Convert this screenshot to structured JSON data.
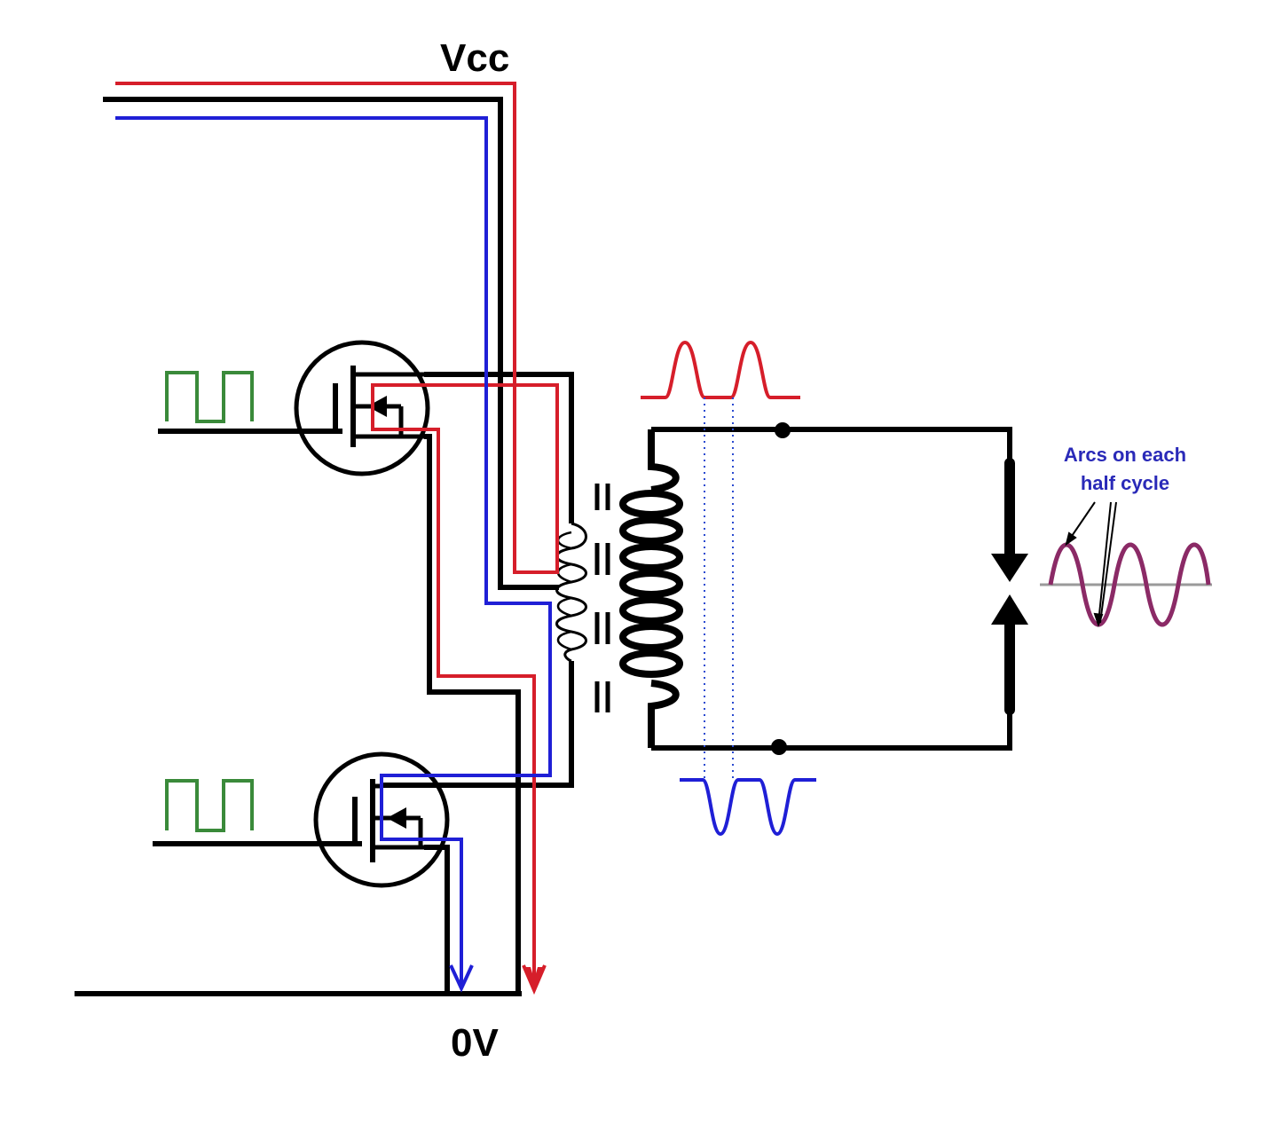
{
  "labels": {
    "supply": "Vcc",
    "ground": "0V",
    "annotation_line1": "Arcs on each",
    "annotation_line2": "half cycle"
  },
  "colors": {
    "wire": "#000000",
    "path_red": "#d61e2a",
    "path_blue": "#1f1fd6",
    "gate_signal": "#3a8a3a",
    "sine": "#8b2a66",
    "sine_axis": "#9a9a9a",
    "annotation": "#2a2ab8",
    "sync_dots": "#2a4ad0"
  },
  "icons": {
    "transistor": "n-channel-mosfet-symbol",
    "primary_coil": "center-tapped-primary-coil",
    "secondary_coil": "secondary-coil",
    "spark_gap": "spark-gap-electrodes"
  }
}
